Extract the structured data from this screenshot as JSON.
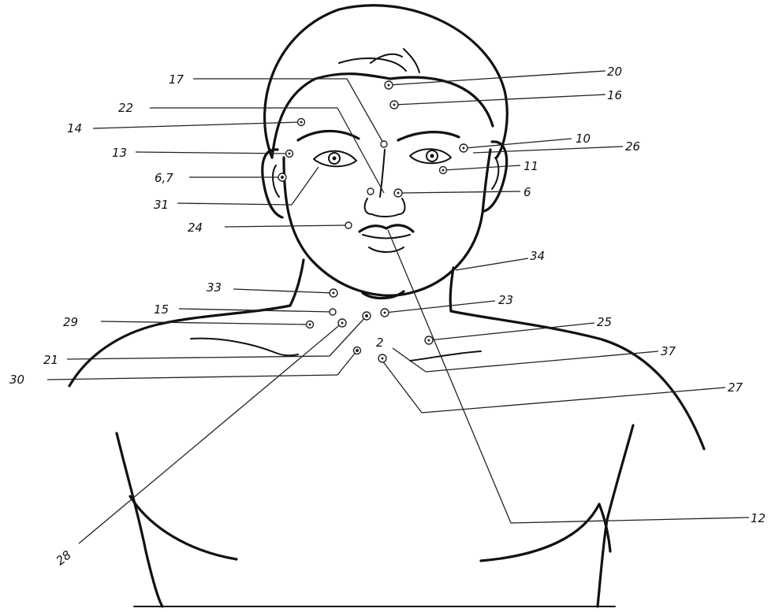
{
  "points": [
    {
      "label": "20"
    },
    {
      "label": "16"
    },
    {
      "label": "17"
    },
    {
      "label": "22"
    },
    {
      "label": "14"
    },
    {
      "label": "10"
    },
    {
      "label": "26"
    },
    {
      "label": "13"
    },
    {
      "label": "11"
    },
    {
      "label": "6,7"
    },
    {
      "label": "31"
    },
    {
      "label": "6"
    },
    {
      "label": "24"
    },
    {
      "label": "34"
    },
    {
      "label": "33"
    },
    {
      "label": "23"
    },
    {
      "label": "15"
    },
    {
      "label": "25"
    },
    {
      "label": "29"
    },
    {
      "label": "21"
    },
    {
      "label": "37"
    },
    {
      "label": "30"
    },
    {
      "label": "27"
    },
    {
      "label": "28"
    },
    {
      "label": "12"
    },
    {
      "label": "2"
    }
  ]
}
